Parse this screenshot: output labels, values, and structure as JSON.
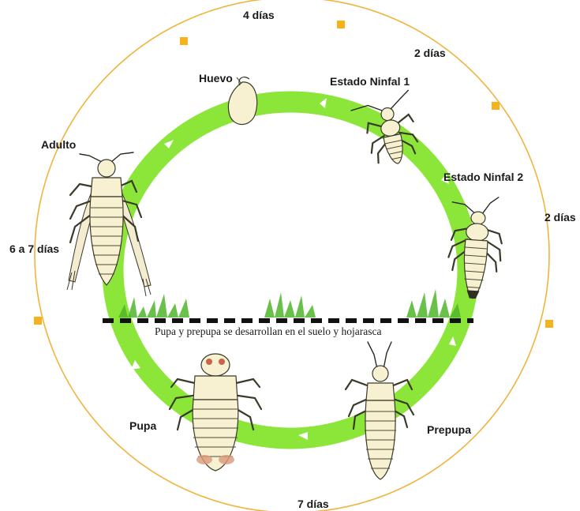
{
  "diagram": {
    "stages": {
      "huevo": "Huevo",
      "ninfal1": "Estado Ninfal 1",
      "ninfal2": "Estado Ninfal 2",
      "prepupa": "Prepupa",
      "pupa": "Pupa",
      "adulto": "Adulto"
    },
    "durations": {
      "huevo_to_ninfal1": "4 días",
      "ninfal1_to_ninfal2": "2 días",
      "ninfal2_to_prepupa": "2 días",
      "prepupa_to_pupa": "7 días",
      "adulto": "6 a 7 días"
    },
    "ground_note": "Pupa y prepupa se desarrollan en el suelo y hojarasca"
  },
  "colors": {
    "cycle_ring": "#8ce63a",
    "timeline": "#f0b43c",
    "marker": "#f4b21c",
    "ground_line": "#111111",
    "grass": "#4fb52a"
  }
}
